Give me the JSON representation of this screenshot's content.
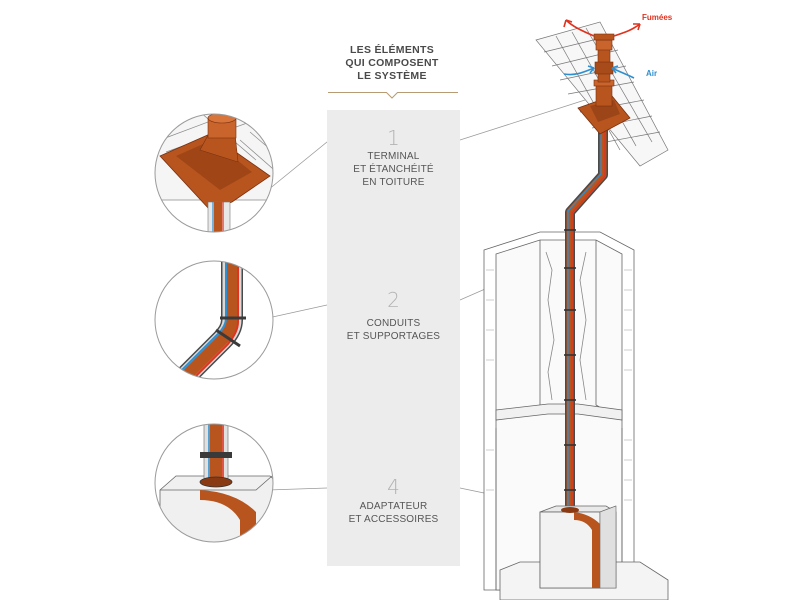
{
  "heading": {
    "lines": [
      "LES ÉLÉMENTS",
      "QUI COMPOSENT",
      "LE SYSTÈME"
    ]
  },
  "steps": [
    {
      "number": "1",
      "label_lines": [
        "TERMINAL",
        "ET ÉTANCHÉITÉ",
        "EN TOITURE"
      ]
    },
    {
      "number": "2",
      "label_lines": [
        "CONDUITS",
        "ET SUPPORTAGES"
      ]
    },
    {
      "number": "4",
      "label_lines": [
        "ADAPTATEUR",
        "ET ACCESSOIRES"
      ]
    }
  ],
  "flows": {
    "smoke_label": "Fumées",
    "air_label": "Air"
  },
  "colors": {
    "copper": "#b8551f",
    "copper_dark": "#8a3a12",
    "copper_light": "#d9743a",
    "smoke_red": "#e0321e",
    "air_blue": "#2e8fd0",
    "panel_grey": "#ececec",
    "gold_rule": "#b79b74",
    "outline": "#555555"
  },
  "icons": [
    "smoke-arrow-icon",
    "air-arrow-icon",
    "chevron-down-icon"
  ]
}
